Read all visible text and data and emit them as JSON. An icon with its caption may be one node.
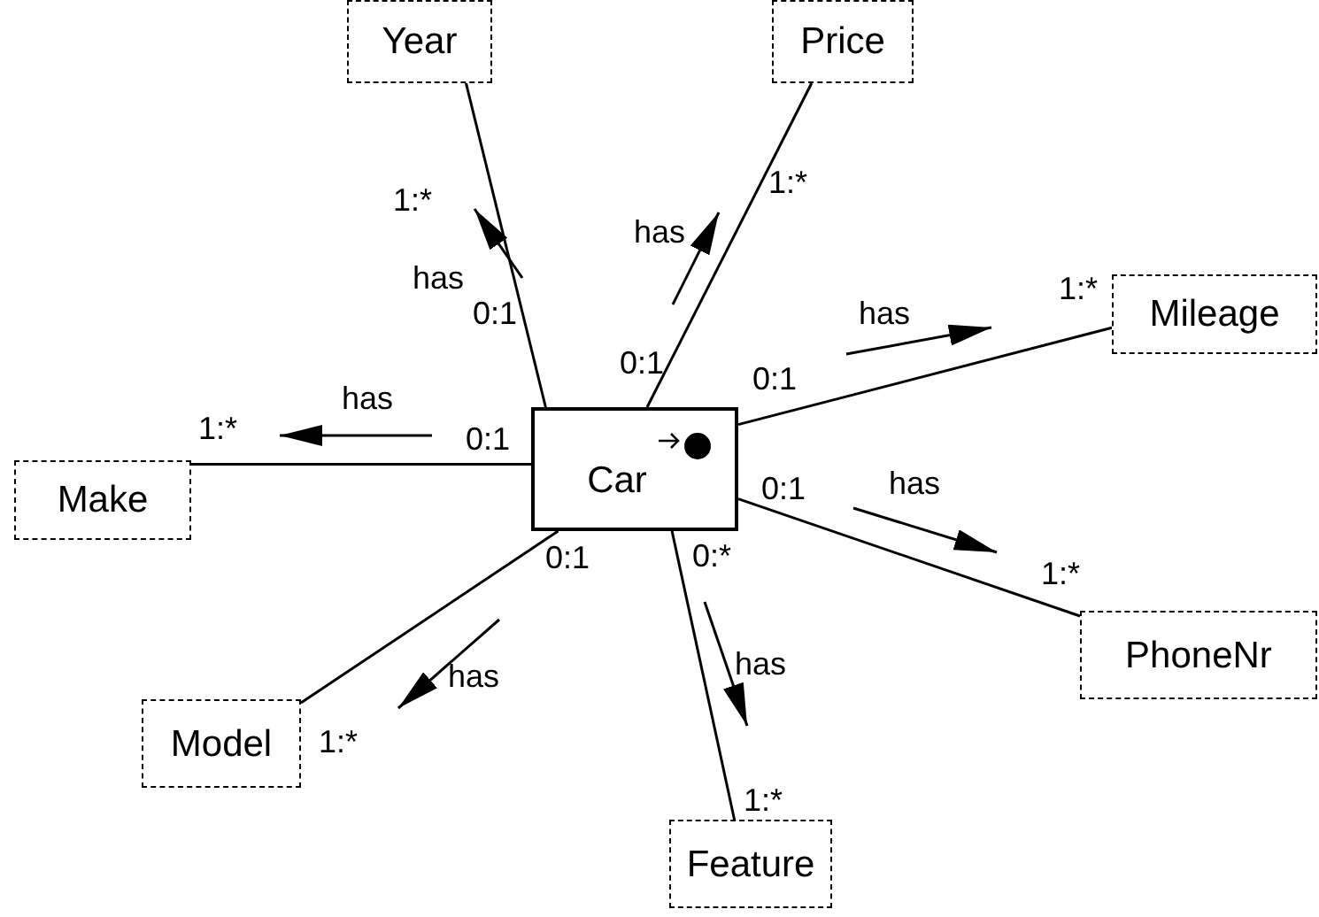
{
  "diagram": {
    "nodes": [
      {
        "text": [
          "Car"
        ]
      },
      {
        "text": [
          "Year"
        ]
      },
      {
        "text": [
          "Price"
        ]
      },
      {
        "text": [
          "Mileage"
        ]
      },
      {
        "text": [
          "Make"
        ]
      },
      {
        "text": [
          "PhoneNr"
        ]
      },
      {
        "text": [
          "Model"
        ]
      },
      {
        "text": [
          "Feature"
        ]
      }
    ],
    "edges": [
      {
        "from": 0,
        "to": 1,
        "arrow": "none",
        "label": "has"
      },
      {
        "from": 0,
        "to": 2,
        "arrow": "none",
        "label": "has"
      },
      {
        "from": 0,
        "to": 3,
        "arrow": "none",
        "label": "has"
      },
      {
        "from": 0,
        "to": 4,
        "arrow": "none",
        "label": "has"
      },
      {
        "from": 0,
        "to": 5,
        "arrow": "none",
        "label": "has"
      },
      {
        "from": 0,
        "to": 6,
        "arrow": "none",
        "label": "has"
      },
      {
        "from": 0,
        "to": 7,
        "arrow": "none",
        "label": "has"
      }
    ],
    "labels": [
      "1:*",
      "1:*",
      "1:*",
      "0:1",
      "0:1",
      "0:1",
      "1:*",
      "0:1",
      "0:1",
      "0:*",
      "0:1",
      "1:*",
      "1:*",
      "1:*"
    ]
  }
}
